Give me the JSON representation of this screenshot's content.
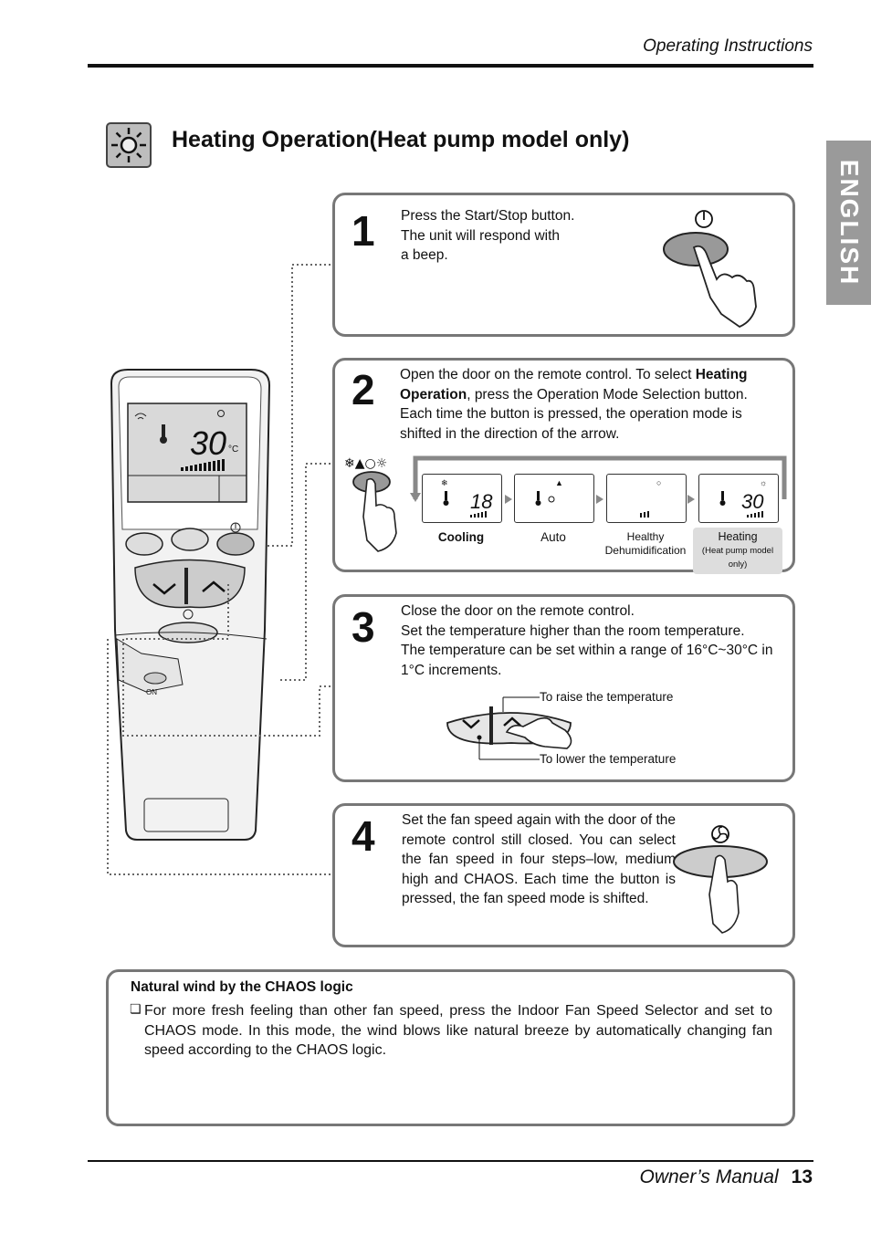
{
  "header": {
    "text": "Operating Instructions"
  },
  "side_tab": {
    "label": "ENGLISH"
  },
  "title": {
    "text": "Heating Operation(Heat pump model only)",
    "icon": "sun-icon"
  },
  "remote": {
    "display_temp": "30",
    "display_unit": "°C",
    "door_label": "ON"
  },
  "steps": [
    {
      "number": "1",
      "lines": [
        "Press the Start/Stop button.",
        "The unit will respond with",
        "a beep."
      ]
    },
    {
      "number": "2",
      "text_pre": "Open the door on the remote control. To select ",
      "text_bold": "Heating Operation",
      "text_post": ", press the Operation Mode Selection button. Each time the button is pressed, the operation mode is shifted in the direction of the arrow.",
      "modes": [
        {
          "label": "Cooling",
          "sub": "",
          "temp": "18"
        },
        {
          "label": "Auto",
          "sub": "",
          "temp": ""
        },
        {
          "label": "Healthy",
          "sub": "Dehumidification",
          "temp": ""
        },
        {
          "label": "Heating",
          "sub": "(Heat pump model only)",
          "temp": "30"
        }
      ]
    },
    {
      "number": "3",
      "lines": [
        "Close the door on the remote control.",
        "Set the temperature higher than the room temperature.",
        "The temperature can be set within a range of 16°C~30°C in",
        "1°C increments."
      ],
      "raise_label": "To raise the temperature",
      "lower_label": "To lower the temperature"
    },
    {
      "number": "4",
      "text": "Set the fan speed again with the door of the remote control still closed. You can select the fan speed in four steps–low, medium high and CHAOS. Each time the button is pressed, the fan speed mode is shifted."
    }
  ],
  "note": {
    "title": "Natural wind by the CHAOS logic",
    "bullet": "❏",
    "text": "For more fresh feeling than other fan speed, press the Indoor Fan Speed Selector and set to CHAOS mode. In this mode, the wind blows like natural breeze by automatically changing fan speed according to the CHAOS logic."
  },
  "footer": {
    "label": "Owner’s Manual",
    "page": "13"
  }
}
